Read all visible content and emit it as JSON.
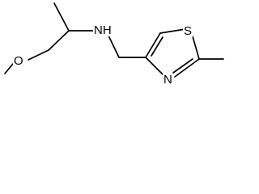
{
  "structure": {
    "atoms": {
      "methoxy_oxygen": "O",
      "amine_nitrogen": "NH",
      "thiazole_sulfur": "S",
      "thiazole_nitrogen": "N"
    },
    "bond_color": "#000000",
    "background_color": "#ffffff"
  }
}
